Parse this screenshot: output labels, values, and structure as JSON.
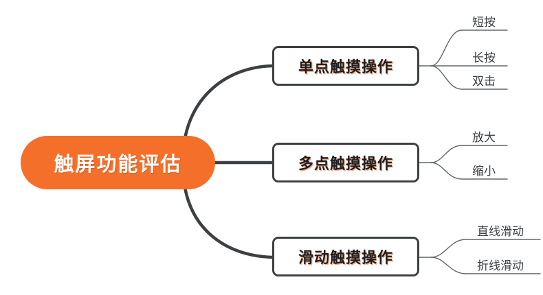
{
  "diagram": {
    "type": "mind-map",
    "background_color": "#ffffff",
    "root": {
      "label": "触屏功能评估",
      "fill_color": "#F4702A",
      "text_color": "#ffffff"
    },
    "connector_color": "#3c4043",
    "branches": [
      {
        "label": "单点触摸操作",
        "leaves": [
          {
            "label": "短按"
          },
          {
            "label": "长按"
          },
          {
            "label": "双击"
          }
        ]
      },
      {
        "label": "多点触摸操作",
        "leaves": [
          {
            "label": "放大"
          },
          {
            "label": "缩小"
          }
        ]
      },
      {
        "label": "滑动触摸操作",
        "leaves": [
          {
            "label": "直线滑动"
          },
          {
            "label": "折线滑动"
          }
        ]
      }
    ]
  }
}
